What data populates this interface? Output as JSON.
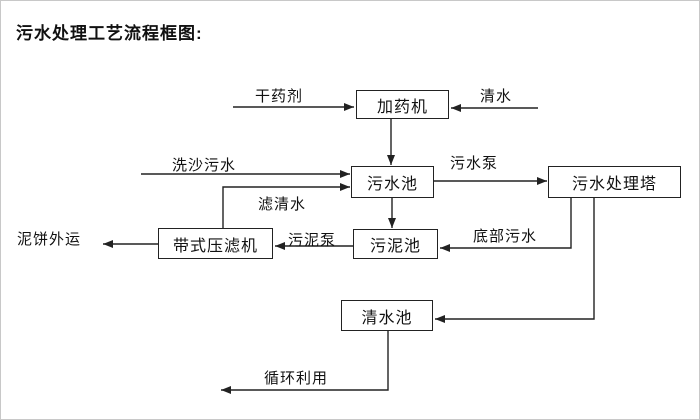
{
  "title": "污水处理工艺流程框图:",
  "diagram": {
    "line_color": "#222222",
    "nodes": {
      "dosing_machine": "加药机",
      "sewage_pool": "污水池",
      "sewage_treatment_tower": "污水处理塔",
      "belt_filter_press": "带式压滤机",
      "sludge_pool": "污泥池",
      "clean_water_pool": "清水池"
    },
    "flow_labels": {
      "dry_chemical": "干药剂",
      "clean_water": "清水",
      "sand_washing_sewage": "洗沙污水",
      "sewage_pump": "污水泵",
      "filtered_clean_water": "滤清水",
      "mud_cake_outbound": "泥饼外运",
      "sludge_pump": "污泥泵",
      "bottom_sewage": "底部污水",
      "recycle_use": "循环利用"
    }
  }
}
